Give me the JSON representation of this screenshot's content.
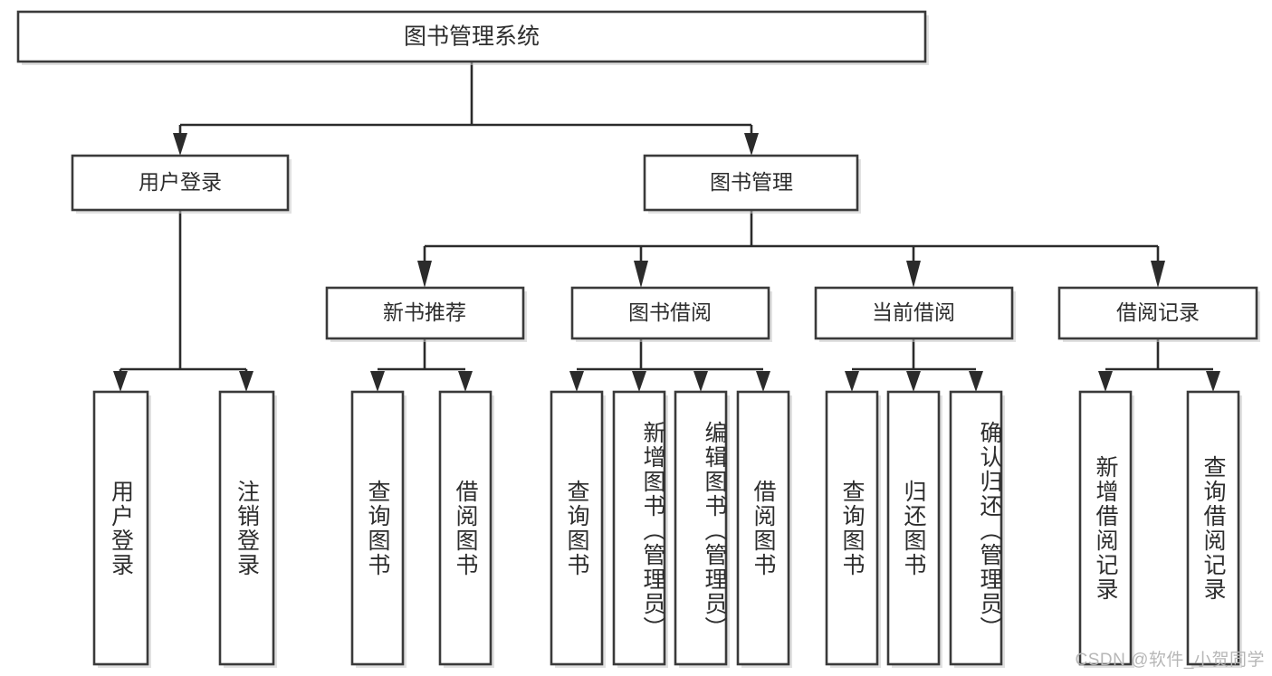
{
  "diagram": {
    "title": "图书管理系统",
    "type": "hierarchy-tree",
    "watermark": "CSDN @软件_小贺同学",
    "colors": {
      "box_fill": "#ffffff",
      "box_stroke": "#3a3a3a",
      "connector": "#2b2b2b",
      "text": "#2d2d2d",
      "watermark": "#b7b7b7",
      "background": "#ffffff"
    },
    "root": {
      "label": "图书管理系统"
    },
    "level2": [
      {
        "label": "用户登录"
      },
      {
        "label": "图书管理"
      }
    ],
    "level3": [
      {
        "label": "新书推荐"
      },
      {
        "label": "图书借阅"
      },
      {
        "label": "当前借阅"
      },
      {
        "label": "借阅记录"
      }
    ],
    "leaves": {
      "user_login": [
        {
          "label": "用户登录"
        },
        {
          "label": "注销登录"
        }
      ],
      "new_book_recommend": [
        {
          "label": "查询图书"
        },
        {
          "label": "借阅图书"
        }
      ],
      "book_borrow": [
        {
          "label": "查询图书"
        },
        {
          "label": "新增图书（管理员）"
        },
        {
          "label": "编辑图书（管理员）"
        },
        {
          "label": "借阅图书"
        }
      ],
      "current_borrow": [
        {
          "label": "查询图书"
        },
        {
          "label": "归还图书"
        },
        {
          "label": "确认归还（管理员）"
        }
      ],
      "borrow_record": [
        {
          "label": "新增借阅记录"
        },
        {
          "label": "查询借阅记录"
        }
      ]
    }
  }
}
